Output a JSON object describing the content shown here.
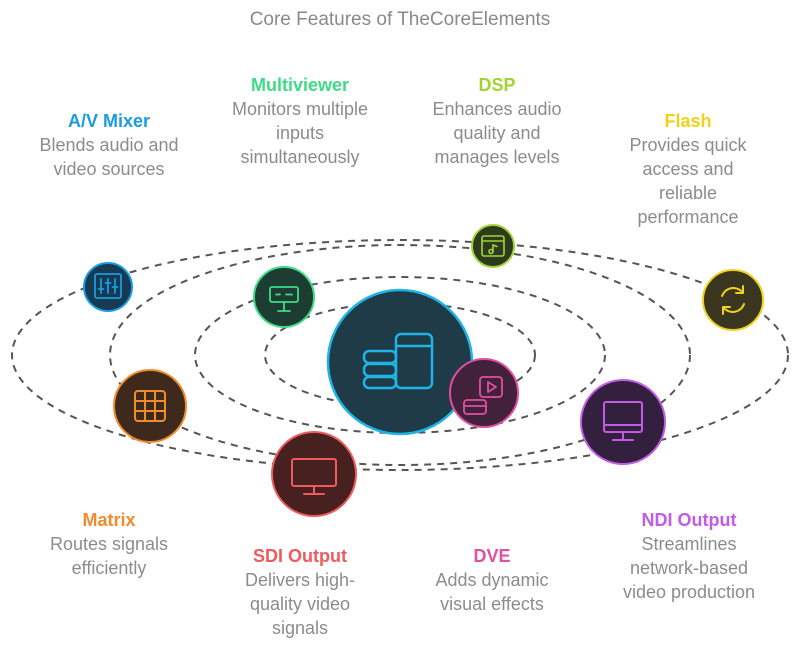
{
  "title": "Core Features of TheCoreElements",
  "features": {
    "av_mixer": {
      "name": "A/V Mixer",
      "lines": [
        "Blends audio and",
        "video sources"
      ],
      "color": "#1b9be0",
      "icon": "mixer-icon"
    },
    "multiviewer": {
      "name": "Multiviewer",
      "lines": [
        "Monitors multiple",
        "inputs",
        "simultaneously"
      ],
      "color": "#3ddc84",
      "icon": "monitor-display-icon"
    },
    "dsp": {
      "name": "DSP",
      "lines": [
        "Enhances audio",
        "quality and",
        "manages levels"
      ],
      "color": "#9ed533",
      "icon": "audio-window-icon"
    },
    "flash": {
      "name": "Flash",
      "lines": [
        "Provides quick",
        "access and",
        "reliable",
        "performance"
      ],
      "color": "#f0d21b",
      "icon": "refresh-icon"
    },
    "matrix": {
      "name": "Matrix",
      "lines": [
        "Routes signals",
        "efficiently"
      ],
      "color": "#f08c2c",
      "icon": "grid-icon"
    },
    "sdi_output": {
      "name": "SDI Output",
      "lines": [
        "Delivers high-",
        "quality video",
        "signals"
      ],
      "color": "#f0595d",
      "icon": "monitor-icon"
    },
    "dve": {
      "name": "DVE",
      "lines": [
        "Adds dynamic",
        "visual effects"
      ],
      "color": "#e04fa0",
      "icon": "video-effects-icon"
    },
    "ndi_output": {
      "name": "NDI Output",
      "lines": [
        "Streamlines",
        "network-based",
        "video production"
      ],
      "color": "#c25be6",
      "icon": "desktop-icon"
    },
    "core": {
      "icon": "core-stack-icon",
      "color": "#1fb4e6"
    }
  }
}
